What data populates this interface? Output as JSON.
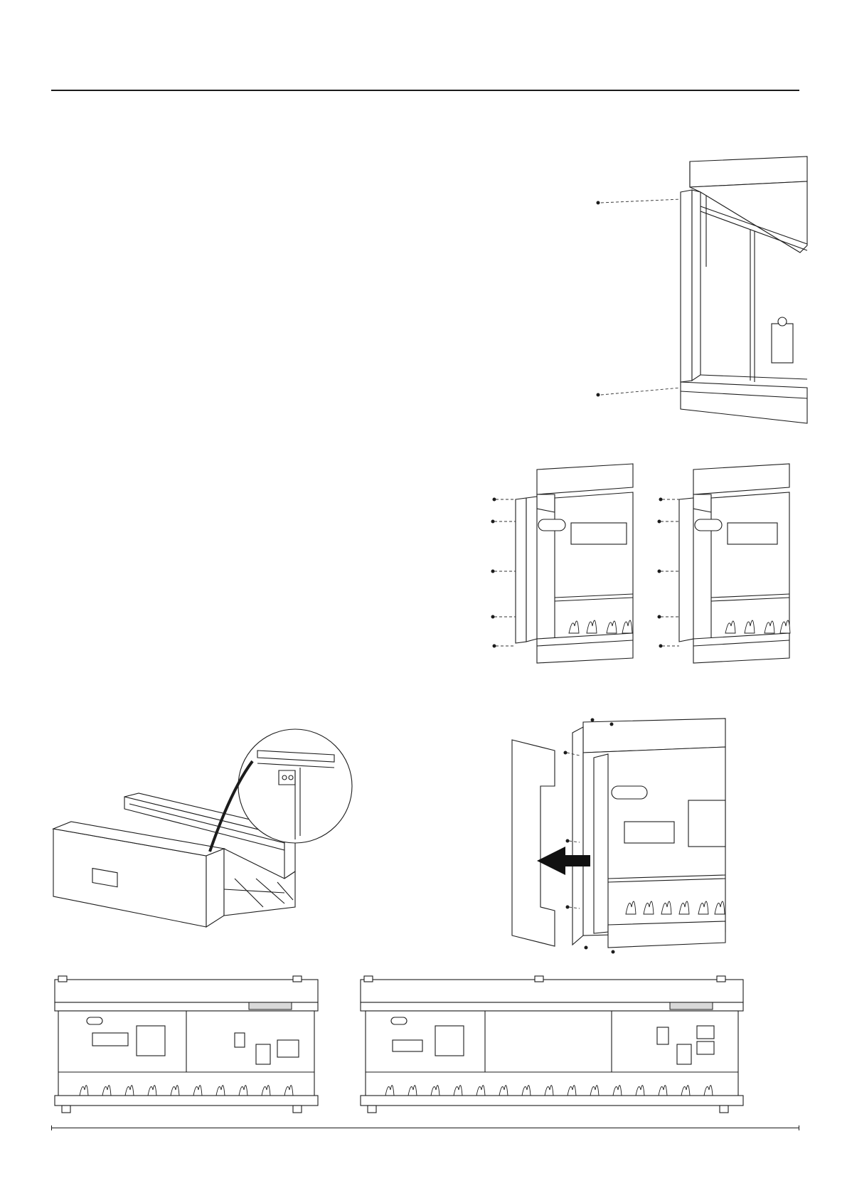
{
  "page": {
    "background": "#ffffff",
    "line_color": "#1a1a1a"
  },
  "figures": [
    {
      "id": "fig-corner-trim-screws",
      "icon": "fireplace-corner-exploded-illustration"
    },
    {
      "id": "fig-side-trim-left",
      "icon": "fireplace-side-trim-illustration"
    },
    {
      "id": "fig-side-panel-right",
      "icon": "fireplace-side-panel-illustration"
    },
    {
      "id": "fig-box-bracket-detail",
      "icon": "fireplace-box-bracket-detail-illustration"
    },
    {
      "id": "fig-panel-removal-arrow",
      "icon": "fireplace-panel-removal-illustration"
    },
    {
      "id": "fig-front-view-small",
      "icon": "fireplace-front-view-small-illustration"
    },
    {
      "id": "fig-front-view-large",
      "icon": "fireplace-front-view-large-illustration"
    }
  ]
}
